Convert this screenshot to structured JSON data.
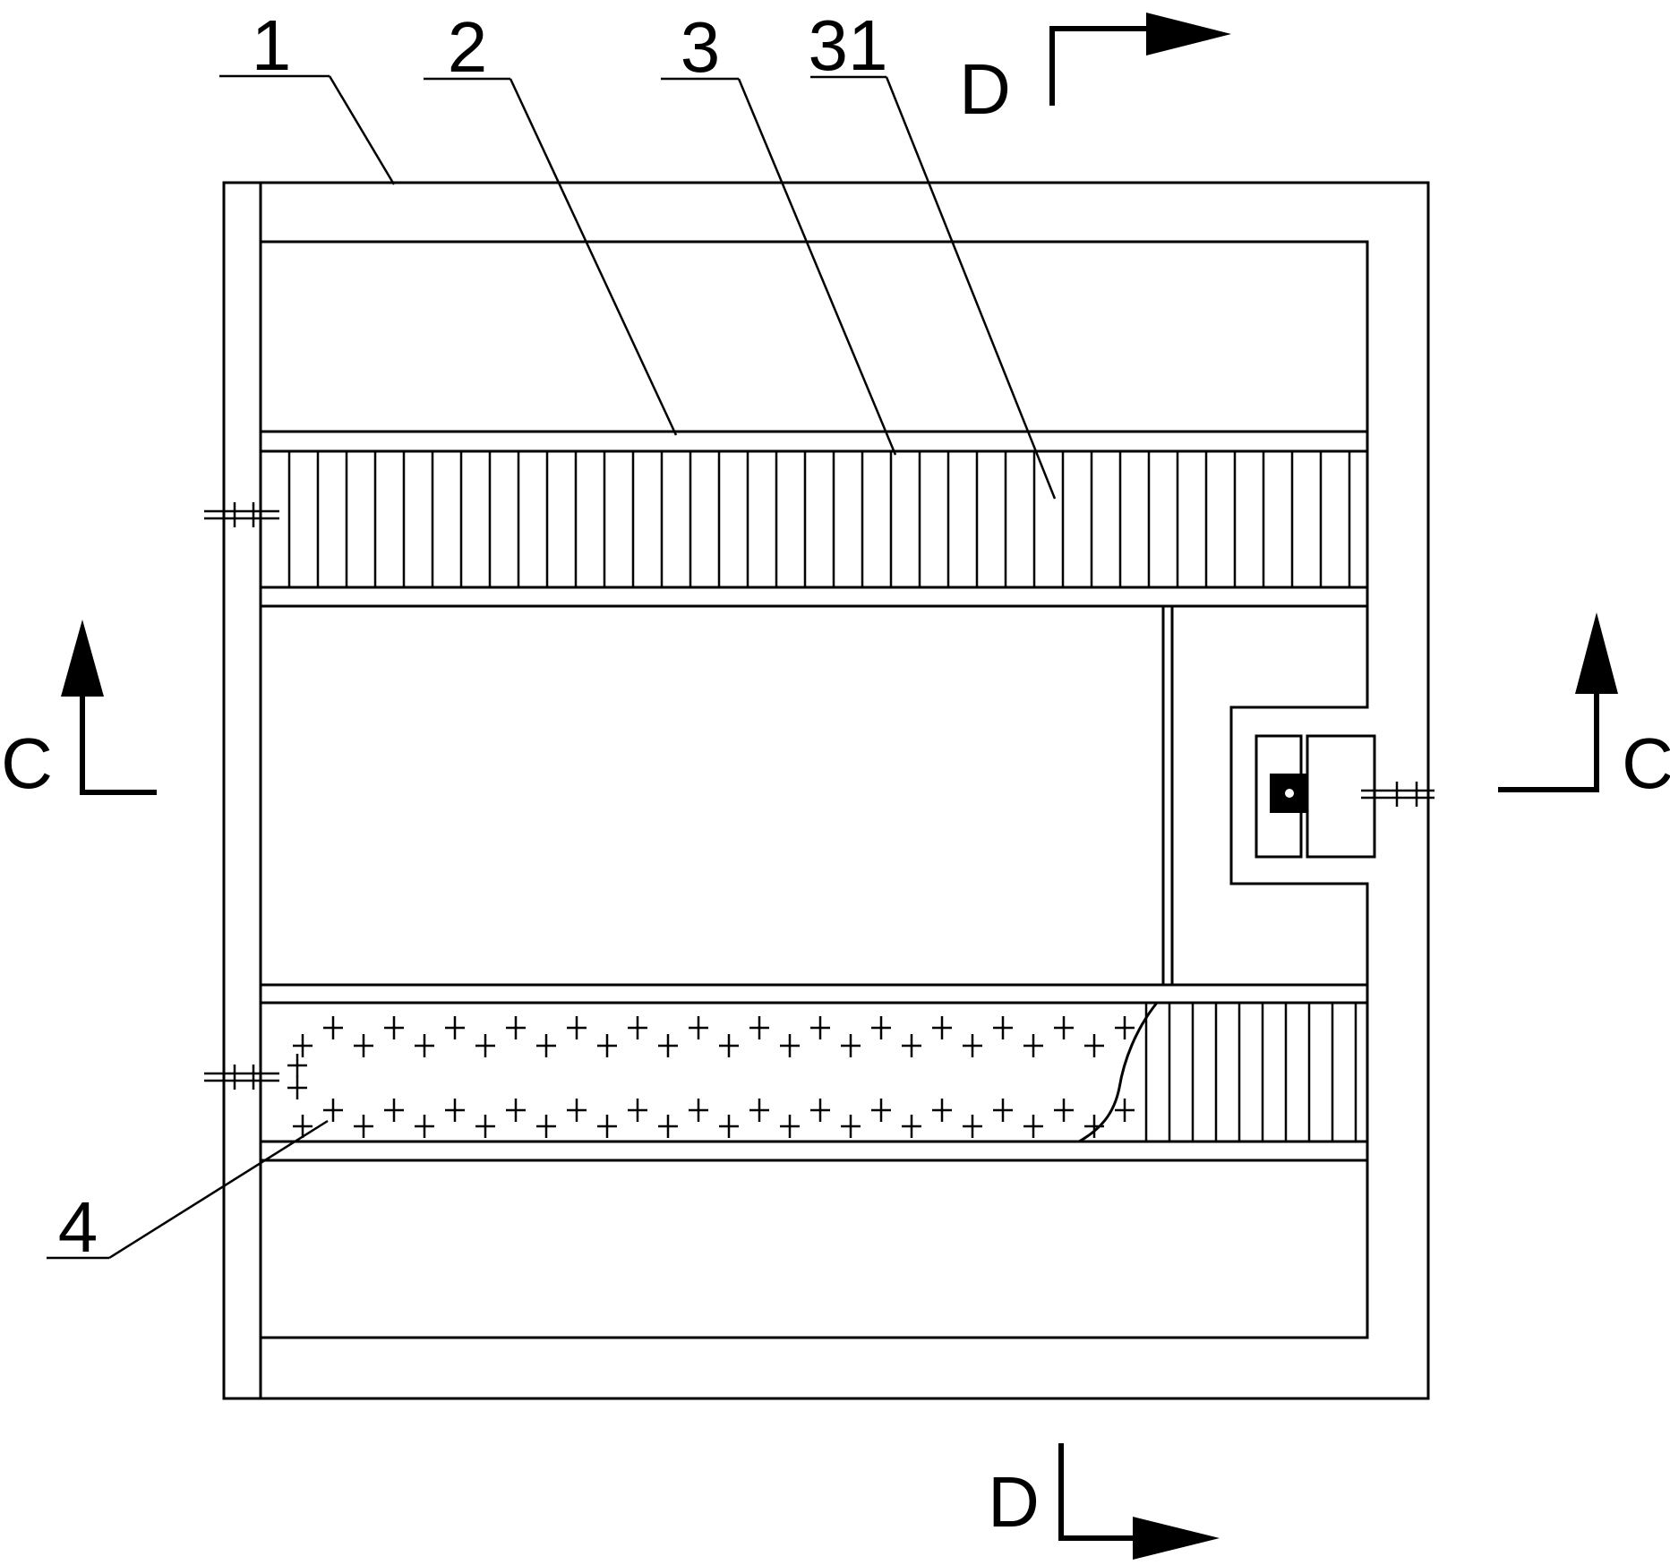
{
  "labels": {
    "part_1": "1",
    "part_2": "2",
    "part_3": "3",
    "part_31": "31",
    "part_4": "4"
  },
  "section_markers": {
    "c_left": "C",
    "c_right": "C",
    "d_top": "D",
    "d_bottom": "D"
  }
}
